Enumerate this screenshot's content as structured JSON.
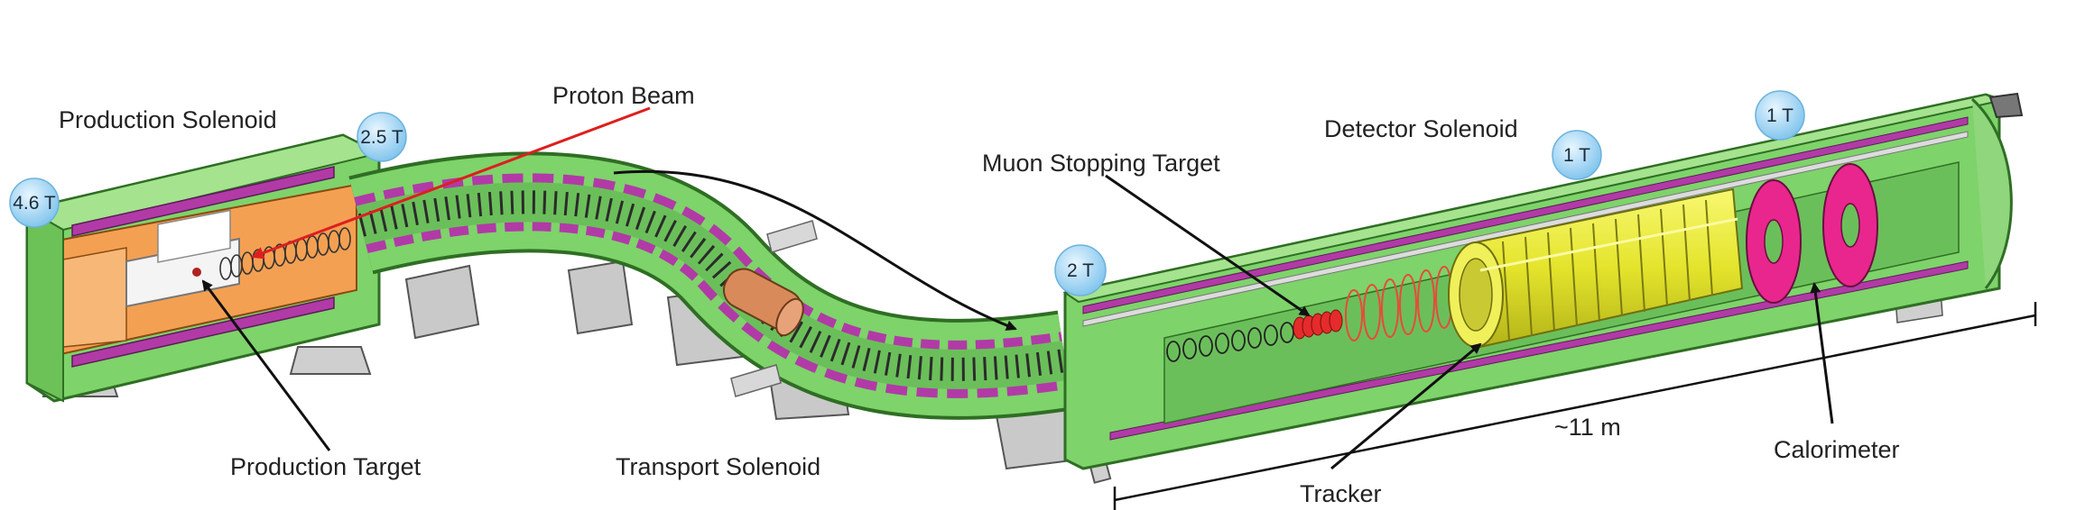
{
  "labels": {
    "production_solenoid": "Production Solenoid",
    "proton_beam": "Proton Beam",
    "production_target": "Production Target",
    "transport_solenoid": "Transport Solenoid",
    "muon_stopping_target": "Muon Stopping Target",
    "detector_solenoid": "Detector Solenoid",
    "tracker": "Tracker",
    "calorimeter": "Calorimeter",
    "length": "~11 m"
  },
  "field_badges": {
    "ps_upstream": "4.6 T",
    "ps_downstream": "2.5 T",
    "ds_entrance": "2 T",
    "ds_tracker": "1 T",
    "ds_calorimeter": "1 T"
  },
  "colors": {
    "cryostat_green": "#7ed36a",
    "cryostat_edge": "#2f6e24",
    "inner_orange": "#f4a052",
    "coil_magenta": "#b13aa7",
    "tracker_yellow": "#eded3a",
    "calorimeter_pink": "#e8268e",
    "proton_beam_red": "#dd1f1f",
    "helix_red": "#e84a3a",
    "badge_blue": "#9fd3f2",
    "support_gray": "#c9c9c9"
  }
}
